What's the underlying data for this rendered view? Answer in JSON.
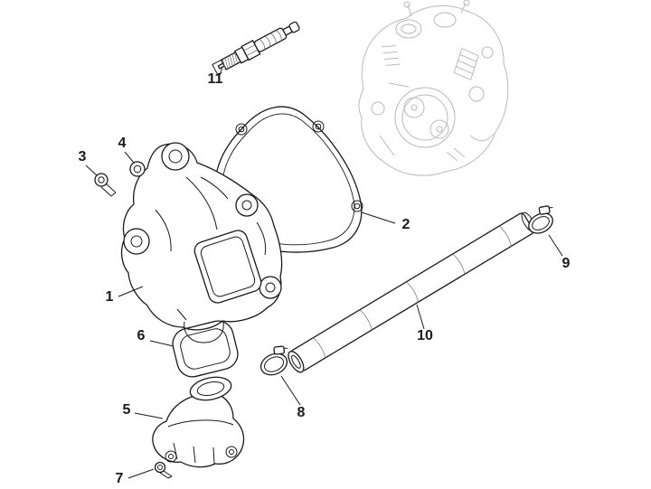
{
  "diagram": {
    "colors": {
      "bg": "#ffffff",
      "line": "#1a1a1a",
      "ghost": "#b9b9b9"
    },
    "labels": [
      "1",
      "2",
      "3",
      "4",
      "5",
      "6",
      "7",
      "8",
      "9",
      "10",
      "11"
    ]
  }
}
